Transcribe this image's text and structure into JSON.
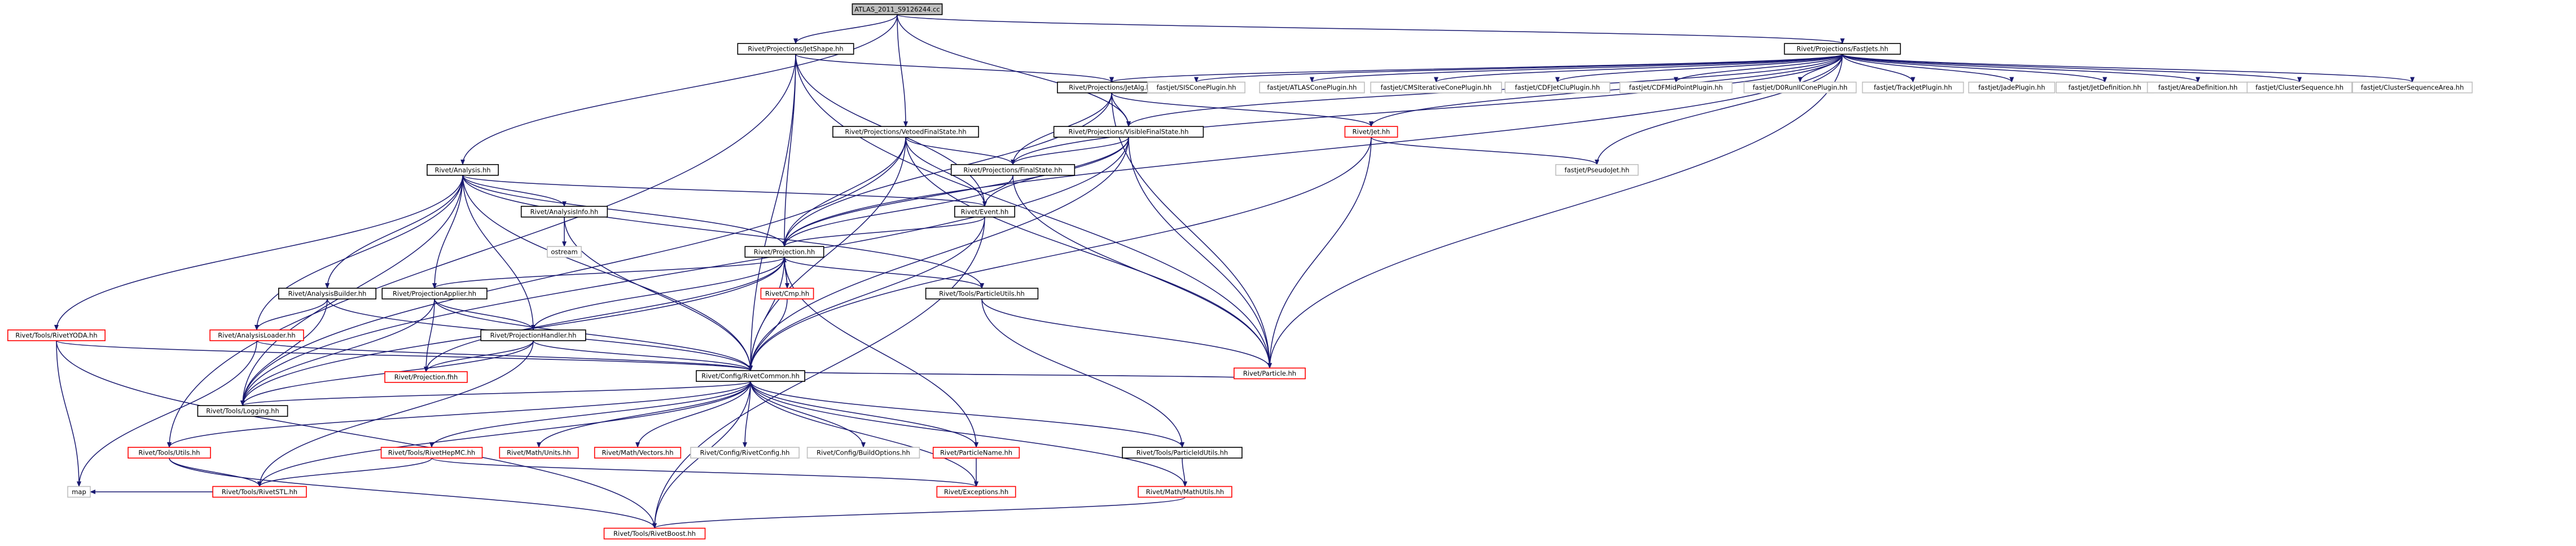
{
  "colors": {
    "edge": "#191970",
    "node_fill": "#ffffff",
    "root_fill": "#bfbfbf",
    "border_documented": "#000000",
    "border_truncated": "#ff0000",
    "border_external": "#bfbfbf"
  },
  "diagram": {
    "nodes": [
      {
        "id": "root",
        "label": "ATLAS_2011_S9126244.cc",
        "kind": "root"
      },
      {
        "id": "fastjets",
        "label": "Rivet/Projections/FastJets.hh",
        "kind": "documented"
      },
      {
        "id": "jetshape",
        "label": "Rivet/Projections/JetShape.hh",
        "kind": "documented"
      },
      {
        "id": "jetalg",
        "label": "Rivet/Projections/JetAlg.hh",
        "kind": "documented"
      },
      {
        "id": "vetoedfs",
        "label": "Rivet/Projections/VetoedFinalState.hh",
        "kind": "documented"
      },
      {
        "id": "visiblefs",
        "label": "Rivet/Projections/VisibleFinalState.hh",
        "kind": "documented"
      },
      {
        "id": "analysis",
        "label": "Rivet/Analysis.hh",
        "kind": "documented"
      },
      {
        "id": "finalstate",
        "label": "Rivet/Projections/FinalState.hh",
        "kind": "documented"
      },
      {
        "id": "event",
        "label": "Rivet/Event.hh",
        "kind": "documented"
      },
      {
        "id": "analysisinfo",
        "label": "Rivet/AnalysisInfo.hh",
        "kind": "documented"
      },
      {
        "id": "ostream",
        "label": "ostream",
        "kind": "external"
      },
      {
        "id": "projection",
        "label": "Rivet/Projection.hh",
        "kind": "documented"
      },
      {
        "id": "analysisbuilder",
        "label": "Rivet/AnalysisBuilder.hh",
        "kind": "documented"
      },
      {
        "id": "projapplier",
        "label": "Rivet/ProjectionApplier.hh",
        "kind": "documented"
      },
      {
        "id": "cmp",
        "label": "Rivet/Cmp.hh",
        "kind": "truncated"
      },
      {
        "id": "particleutils",
        "label": "Rivet/Tools/ParticleUtils.hh",
        "kind": "documented"
      },
      {
        "id": "rivetyoda",
        "label": "Rivet/Tools/RivetYODA.hh",
        "kind": "truncated"
      },
      {
        "id": "analysisloader",
        "label": "Rivet/AnalysisLoader.hh",
        "kind": "truncated"
      },
      {
        "id": "projhandler",
        "label": "Rivet/ProjectionHandler.hh",
        "kind": "documented"
      },
      {
        "id": "projectionfhh",
        "label": "Rivet/Projection.fhh",
        "kind": "truncated"
      },
      {
        "id": "rivetcommon",
        "label": "Rivet/Config/RivetCommon.hh",
        "kind": "documented"
      },
      {
        "id": "particle",
        "label": "Rivet/Particle.hh",
        "kind": "truncated"
      },
      {
        "id": "jet",
        "label": "Rivet/Jet.hh",
        "kind": "truncated"
      },
      {
        "id": "pseudojet",
        "label": "fastjet/PseudoJet.hh",
        "kind": "external"
      },
      {
        "id": "siscone",
        "label": "fastjet/SISConePlugin.hh",
        "kind": "external"
      },
      {
        "id": "atlascone",
        "label": "fastjet/ATLASConePlugin.hh",
        "kind": "external"
      },
      {
        "id": "cmscone",
        "label": "fastjet/CMSIterativeConePlugin.hh",
        "kind": "external"
      },
      {
        "id": "cdfjetclu",
        "label": "fastjet/CDFJetCluPlugin.hh",
        "kind": "external"
      },
      {
        "id": "cdfmidpoint",
        "label": "fastjet/CDFMidPointPlugin.hh",
        "kind": "external"
      },
      {
        "id": "d0runii",
        "label": "fastjet/D0RunIIConePlugin.hh",
        "kind": "external"
      },
      {
        "id": "trackjet",
        "label": "fastjet/TrackJetPlugin.hh",
        "kind": "external"
      },
      {
        "id": "jade",
        "label": "fastjet/JadePlugin.hh",
        "kind": "external"
      },
      {
        "id": "jetdef",
        "label": "fastjet/JetDefinition.hh",
        "kind": "external"
      },
      {
        "id": "areadef",
        "label": "fastjet/AreaDefinition.hh",
        "kind": "external"
      },
      {
        "id": "clusterseq",
        "label": "fastjet/ClusterSequence.hh",
        "kind": "external"
      },
      {
        "id": "clusterseqarea",
        "label": "fastjet/ClusterSequenceArea.hh",
        "kind": "external"
      },
      {
        "id": "logging",
        "label": "Rivet/Tools/Logging.hh",
        "kind": "documented"
      },
      {
        "id": "utils",
        "label": "Rivet/Tools/Utils.hh",
        "kind": "truncated"
      },
      {
        "id": "rivethepmc",
        "label": "Rivet/Tools/RivetHepMC.hh",
        "kind": "truncated"
      },
      {
        "id": "mathunits",
        "label": "Rivet/Math/Units.hh",
        "kind": "truncated"
      },
      {
        "id": "mathvectors",
        "label": "Rivet/Math/Vectors.hh",
        "kind": "truncated"
      },
      {
        "id": "rivetconfig",
        "label": "Rivet/Config/RivetConfig.hh",
        "kind": "external"
      },
      {
        "id": "buildoptions",
        "label": "Rivet/Config/BuildOptions.hh",
        "kind": "external"
      },
      {
        "id": "particlename",
        "label": "Rivet/ParticleName.hh",
        "kind": "truncated"
      },
      {
        "id": "particleidutils",
        "label": "Rivet/Tools/ParticleIdUtils.hh",
        "kind": "documented"
      },
      {
        "id": "rivetstl",
        "label": "Rivet/Tools/RivetSTL.hh",
        "kind": "truncated"
      },
      {
        "id": "exceptions",
        "label": "Rivet/Exceptions.hh",
        "kind": "truncated"
      },
      {
        "id": "mathutils",
        "label": "Rivet/Math/MathUtils.hh",
        "kind": "truncated"
      },
      {
        "id": "map",
        "label": "map",
        "kind": "external"
      },
      {
        "id": "rivetboost",
        "label": "Rivet/Tools/RivetBoost.hh",
        "kind": "truncated"
      }
    ],
    "edges": [
      [
        "root",
        "fastjets"
      ],
      [
        "root",
        "jetshape"
      ],
      [
        "root",
        "analysis"
      ],
      [
        "root",
        "vetoedfs"
      ],
      [
        "root",
        "visiblefs"
      ],
      [
        "fastjets",
        "jetalg"
      ],
      [
        "fastjets",
        "jet"
      ],
      [
        "fastjets",
        "particle"
      ],
      [
        "fastjets",
        "siscone"
      ],
      [
        "fastjets",
        "atlascone"
      ],
      [
        "fastjets",
        "cmscone"
      ],
      [
        "fastjets",
        "cdfjetclu"
      ],
      [
        "fastjets",
        "cdfmidpoint"
      ],
      [
        "fastjets",
        "d0runii"
      ],
      [
        "fastjets",
        "trackjet"
      ],
      [
        "fastjets",
        "jade"
      ],
      [
        "fastjets",
        "jetdef"
      ],
      [
        "fastjets",
        "areadef"
      ],
      [
        "fastjets",
        "clusterseq"
      ],
      [
        "fastjets",
        "clusterseqarea"
      ],
      [
        "fastjets",
        "pseudojet"
      ],
      [
        "fastjets",
        "visiblefs"
      ],
      [
        "fastjets",
        "finalstate"
      ],
      [
        "fastjets",
        "projection"
      ],
      [
        "jetshape",
        "jetalg"
      ],
      [
        "jetshape",
        "projection"
      ],
      [
        "jetshape",
        "rivetcommon"
      ],
      [
        "jetshape",
        "utils"
      ],
      [
        "jetshape",
        "event"
      ],
      [
        "jetshape",
        "particle"
      ],
      [
        "jetalg",
        "projection"
      ],
      [
        "jetalg",
        "visiblefs"
      ],
      [
        "jetalg",
        "finalstate"
      ],
      [
        "jetalg",
        "jet"
      ],
      [
        "jetalg",
        "particle"
      ],
      [
        "vetoedfs",
        "finalstate"
      ],
      [
        "vetoedfs",
        "projection"
      ],
      [
        "vetoedfs",
        "rivetcommon"
      ],
      [
        "vetoedfs",
        "logging"
      ],
      [
        "vetoedfs",
        "event"
      ],
      [
        "vetoedfs",
        "particle"
      ],
      [
        "visiblefs",
        "finalstate"
      ],
      [
        "visiblefs",
        "projection"
      ],
      [
        "visiblefs",
        "rivetcommon"
      ],
      [
        "visiblefs",
        "event"
      ],
      [
        "visiblefs",
        "particle"
      ],
      [
        "visiblefs",
        "logging"
      ],
      [
        "finalstate",
        "projection"
      ],
      [
        "finalstate",
        "particle"
      ],
      [
        "analysis",
        "analysisinfo"
      ],
      [
        "analysis",
        "event"
      ],
      [
        "analysis",
        "projection"
      ],
      [
        "analysis",
        "analysisbuilder"
      ],
      [
        "analysis",
        "projapplier"
      ],
      [
        "analysis",
        "projhandler"
      ],
      [
        "analysis",
        "rivetyoda"
      ],
      [
        "analysis",
        "analysisloader"
      ],
      [
        "analysis",
        "logging"
      ],
      [
        "analysis",
        "rivetcommon"
      ],
      [
        "analysis",
        "particleutils"
      ],
      [
        "analysisinfo",
        "ostream"
      ],
      [
        "analysisinfo",
        "rivetcommon"
      ],
      [
        "event",
        "projection"
      ],
      [
        "event",
        "rivetcommon"
      ],
      [
        "event",
        "rivetboost"
      ],
      [
        "projection",
        "projapplier"
      ],
      [
        "projection",
        "cmp"
      ],
      [
        "projection",
        "particleutils"
      ],
      [
        "projection",
        "projectionfhh"
      ],
      [
        "projection",
        "projhandler"
      ],
      [
        "projection",
        "rivetcommon"
      ],
      [
        "projection",
        "logging"
      ],
      [
        "projection",
        "particlename"
      ],
      [
        "cmp",
        "projection"
      ],
      [
        "cmp",
        "rivetcommon"
      ],
      [
        "analysisbuilder",
        "analysisloader"
      ],
      [
        "analysisbuilder",
        "logging"
      ],
      [
        "analysisbuilder",
        "rivetcommon"
      ],
      [
        "projapplier",
        "projectionfhh"
      ],
      [
        "projapplier",
        "projhandler"
      ],
      [
        "projapplier",
        "rivetcommon"
      ],
      [
        "projapplier",
        "logging"
      ],
      [
        "projhandler",
        "rivetcommon"
      ],
      [
        "projhandler",
        "logging"
      ],
      [
        "projhandler",
        "projectionfhh"
      ],
      [
        "projhandler",
        "rivetstl"
      ],
      [
        "analysisloader",
        "rivetcommon"
      ],
      [
        "analysisloader",
        "map"
      ],
      [
        "particleutils",
        "particle"
      ],
      [
        "particleutils",
        "particleidutils"
      ],
      [
        "rivetyoda",
        "rivetcommon"
      ],
      [
        "rivetyoda",
        "map"
      ],
      [
        "rivetyoda",
        "rivetboost"
      ],
      [
        "particle",
        "rivetcommon"
      ],
      [
        "jet",
        "particle"
      ],
      [
        "jet",
        "rivetcommon"
      ],
      [
        "jet",
        "pseudojet"
      ],
      [
        "rivetcommon",
        "logging"
      ],
      [
        "rivetcommon",
        "utils"
      ],
      [
        "rivetcommon",
        "rivethepmc"
      ],
      [
        "rivetcommon",
        "mathunits"
      ],
      [
        "rivetcommon",
        "mathvectors"
      ],
      [
        "rivetcommon",
        "rivetconfig"
      ],
      [
        "rivetcommon",
        "buildoptions"
      ],
      [
        "rivetcommon",
        "particlename"
      ],
      [
        "rivetcommon",
        "particleidutils"
      ],
      [
        "rivetcommon",
        "exceptions"
      ],
      [
        "rivetcommon",
        "mathutils"
      ],
      [
        "rivetcommon",
        "rivetstl"
      ],
      [
        "rivetcommon",
        "rivetboost"
      ],
      [
        "utils",
        "rivetstl"
      ],
      [
        "utils",
        "rivetboost"
      ],
      [
        "rivethepmc",
        "rivetstl"
      ],
      [
        "rivethepmc",
        "exceptions"
      ],
      [
        "particlename",
        "exceptions"
      ],
      [
        "particleidutils",
        "mathutils"
      ],
      [
        "mathutils",
        "rivetboost"
      ],
      [
        "rivetstl",
        "map"
      ]
    ]
  }
}
